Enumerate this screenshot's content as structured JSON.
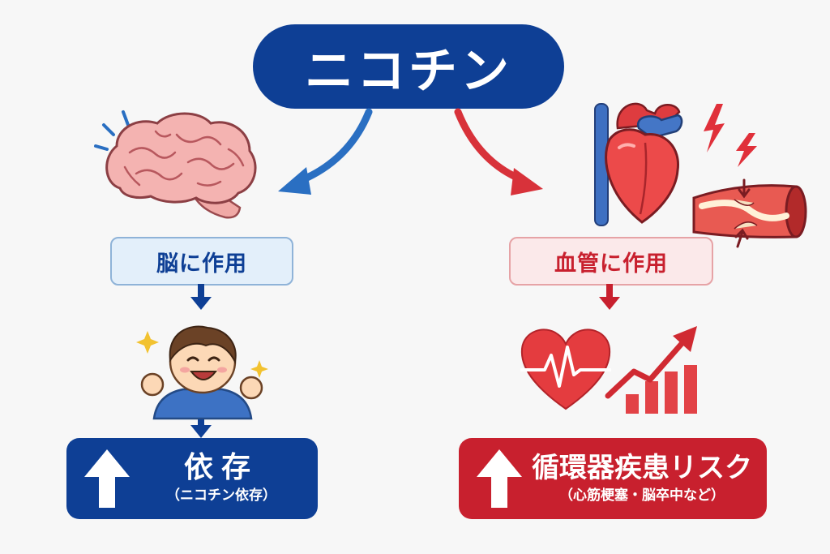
{
  "title": "ニコチン",
  "left_branch": {
    "label": "脳に作用",
    "result_main": "依存",
    "result_sub": "（ニコチン依存）"
  },
  "right_branch": {
    "label": "血管に作用",
    "result_main": "循環器疾患リスク",
    "result_sub": "（心筋梗塞・脳卒中など）"
  },
  "colors": {
    "navy": "#0e3f95",
    "red": "#c8202e",
    "blue_arrow": "#2a6fc2",
    "red_arrow": "#d8323a",
    "background": "#f7f7f7"
  }
}
